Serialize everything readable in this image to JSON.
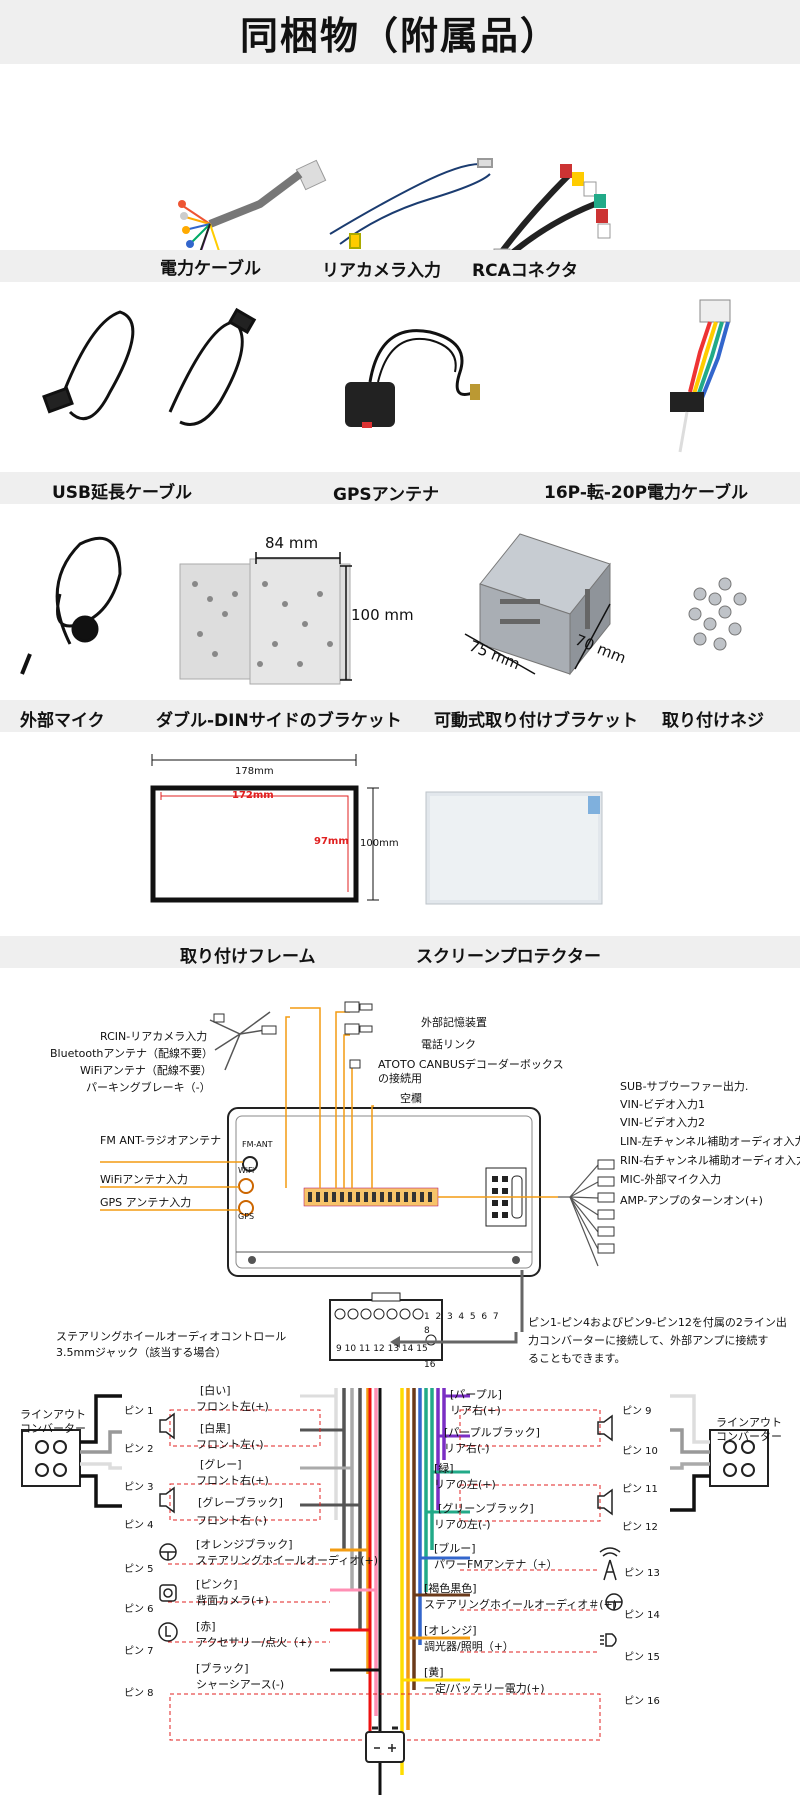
{
  "page_title": "同梱物（附属品）",
  "items_row1": [
    "電力ケーブル",
    "リアカメラ入力",
    "RCAコネクタ"
  ],
  "items_row2": [
    "USB延長ケーブル",
    "GPSアンテナ",
    "16P-転-20P電力ケーブル"
  ],
  "items_row3": [
    "外部マイク",
    "ダブル-DINサイドのブラケット",
    "可動式取り付けブラケット",
    "取り付けネジ"
  ],
  "items_row4": [
    "取り付けフレーム",
    "スクリーンプロテクター"
  ],
  "dimensions": {
    "bracket_width": "84 mm",
    "bracket_height": "100 mm",
    "movable_a": "75 mm",
    "movable_b": "70 mm",
    "frame_outer_w": "178mm",
    "frame_inner_w": "172mm",
    "frame_inner_h": "97mm",
    "frame_outer_h": "100mm"
  },
  "wiring": {
    "left_inputs": [
      "RCIN-リアカメラ入力",
      "Bluetoothアンテナ（配線不要）",
      "WiFiアンテナ（配線不要）",
      "パーキングブレーキ（-）"
    ],
    "top_right": [
      "外部記憶装置",
      "電話リンク",
      "ATOTO CANBUSデコーダーボックス",
      "の接続用",
      "空欄"
    ],
    "antenna_left": [
      "FM ANT-ラジオアンテナ",
      "WiFiアンテナ入力",
      "GPS アンテナ入力"
    ],
    "unit_labels": [
      "FM-ANT",
      "WiFi",
      "GPS"
    ],
    "right_outputs": [
      "SUB-サブウーファー出力.",
      "VIN-ビデオ入力1",
      "VIN-ビデオ入力2",
      "LIN-左チャンネル補助オーディオ入力",
      "RIN-右チャンネル補助オーディオ入力",
      "MIC-外部マイク入力",
      "AMP-アンプのターンオン(+)"
    ],
    "steering_note_1": "ステアリングホイールオーディオコントロール",
    "steering_note_2": "3.5mmジャック（該当する場合）",
    "connector_pins_top": [
      "1",
      "2",
      "3",
      "4",
      "5",
      "6",
      "7",
      "8"
    ],
    "connector_pins_bottom": [
      "9",
      "10",
      "11",
      "12",
      "13",
      "14",
      "15",
      "16"
    ],
    "amp_note_1": "ピン1-ピン4およびピン9-ピン12を付属の2ライン出",
    "amp_note_2": "力コンバーターに接続して、外部アンプに接続す",
    "amp_note_3": "ることもできます。",
    "lineout": "ラインアウト",
    "converter": "コンバーター"
  },
  "pins_left": [
    {
      "pin": "ピン 1",
      "color": "[白い]",
      "desc": "フロント左(+)"
    },
    {
      "pin": "ピン 2",
      "color": "[白黒]",
      "desc": "フロント左(-)"
    },
    {
      "pin": "ピン 3",
      "color": "[グレー]",
      "desc": "フロント右(+)"
    },
    {
      "pin": "ピン 4",
      "color": "[グレーブラック]",
      "desc": "フロント右 (-)"
    },
    {
      "pin": "ピン 5",
      "color": "[オレンジブラック]",
      "desc": "ステアリングホイールオーディオ(+)"
    },
    {
      "pin": "ピン 6",
      "color": "[ピンク]",
      "desc": "背面カメラ(+)"
    },
    {
      "pin": "ピン 7",
      "color": "[赤]",
      "desc": "アクセサリー/点火（+）"
    },
    {
      "pin": "ピン 8",
      "color": "[ブラック]",
      "desc": "シャーシアース(-)"
    }
  ],
  "pins_right": [
    {
      "pin": "ピン 9",
      "color": "[パープル]",
      "desc": "リア右(+)"
    },
    {
      "pin": "ピン 10",
      "color": "[パープルブラック]",
      "desc": "リア右(-)"
    },
    {
      "pin": "ピン 11",
      "color": "[緑]",
      "desc": "リアの左(+)"
    },
    {
      "pin": "ピン 12",
      "color": "[グリーンブラック]",
      "desc": "リアの左(-)"
    },
    {
      "pin": "ピン 13",
      "color": "[ブルー]",
      "desc": "パワーFMアンテナ（+）"
    },
    {
      "pin": "ピン 14",
      "color": "[褐色黒色]",
      "desc": "ステアリングホイールオーディオ＃(+)"
    },
    {
      "pin": "ピン 15",
      "color": "[オレンジ]",
      "desc": "調光器/照明（+）"
    },
    {
      "pin": "ピン 16",
      "color": "[黄]",
      "desc": "一定/バッテリー電力(+)"
    }
  ],
  "colors": {
    "accent_orange": "#f39c12",
    "band_gray": "#efefef",
    "red_dim": "#e02020"
  }
}
